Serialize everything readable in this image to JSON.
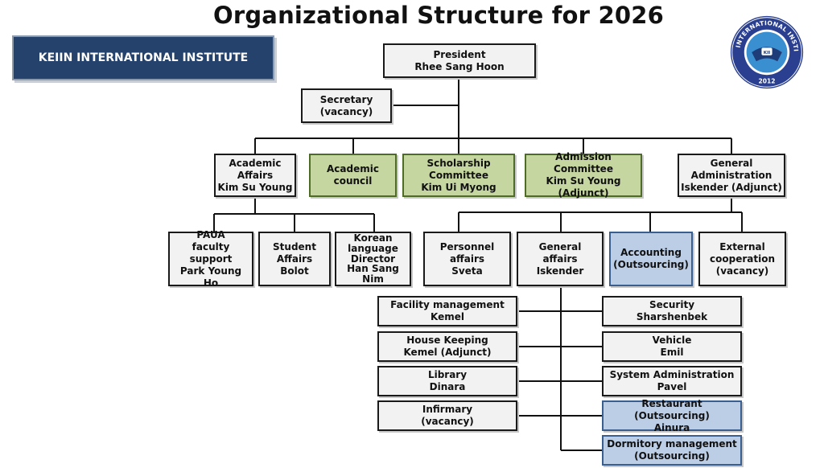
{
  "title": "Organizational Structure for 2026",
  "banner": "KEIIN INTERNATIONAL INSTITUTE",
  "logo": {
    "text": "KEIIN INTERNATIONAL INSTITUTE",
    "year": "2012",
    "emblem": "KII",
    "colors": {
      "ring": "#2a3f8f",
      "inner": "#3a8fd0"
    }
  },
  "colors": {
    "default_fill": "#f2f2f2",
    "green_fill": "#c5d6a0",
    "blue_fill": "#bccde6",
    "banner": "#24426b"
  },
  "nodes": {
    "president": {
      "l1": "President",
      "l2": "Rhee Sang Hoon"
    },
    "secretary": {
      "l1": "Secretary",
      "l2": "(vacancy)"
    },
    "academic_affairs": {
      "l1": "Academic Affairs",
      "l2": "Kim Su Young"
    },
    "academic_council": {
      "l1": "Academic council"
    },
    "scholarship": {
      "l1": "Scholarship Committee",
      "l2": "Kim Ui Myong"
    },
    "admission": {
      "l1": "Admission Committee",
      "l2": "Kim Su Young (Adjunct)"
    },
    "general_admin": {
      "l1": "General",
      "l2": "Administration",
      "l3": "Iskender (Adjunct)"
    },
    "paua": {
      "l1": "PAUA",
      "l2": "faculty support",
      "l3": "Park Young Ho"
    },
    "student_affairs": {
      "l1": "Student",
      "l2": "Affairs",
      "l3": "Bolot"
    },
    "korean_language": {
      "l1": "Korean",
      "l2": "language",
      "l3": "Director",
      "l4": "Han Sang Nim"
    },
    "personnel": {
      "l1": "Personnel affairs",
      "l2": "Sveta"
    },
    "general_affairs": {
      "l1": "General affairs",
      "l2": "Iskender"
    },
    "accounting": {
      "l1": "Accounting",
      "l2": "(Outsourcing)"
    },
    "external": {
      "l1": "External",
      "l2": "cooperation",
      "l3": "(vacancy)"
    },
    "facility": {
      "l1": "Facility management",
      "l2": "Kemel"
    },
    "housekeeping": {
      "l1": "House Keeping",
      "l2": "Kemel (Adjunct)"
    },
    "library": {
      "l1": "Library",
      "l2": "Dinara"
    },
    "infirmary": {
      "l1": "Infirmary",
      "l2": "(vacancy)"
    },
    "security": {
      "l1": "Security",
      "l2": "Sharshenbek"
    },
    "vehicle": {
      "l1": "Vehicle",
      "l2": "Emil"
    },
    "sysadmin": {
      "l1": "System Administration",
      "l2": "Pavel"
    },
    "restaurant": {
      "l1": "Restaurant (Outsourcing)",
      "l2": "Ainura"
    },
    "dormitory": {
      "l1": "Dormitory management",
      "l2": "(Outsourcing)"
    }
  }
}
